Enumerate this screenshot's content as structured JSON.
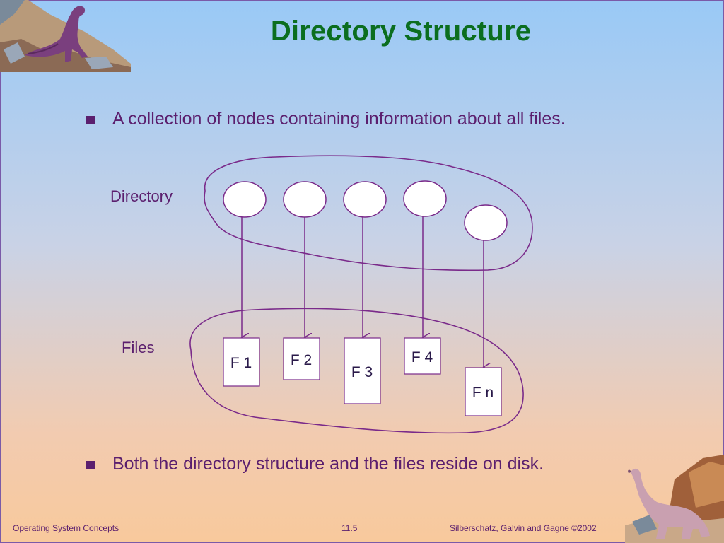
{
  "slide": {
    "title": "Directory Structure",
    "bullets": [
      "A collection of nodes containing information about all files.",
      "Both the directory structure and the files reside on disk."
    ]
  },
  "diagram": {
    "directory_label": "Directory",
    "files_label": "Files",
    "files": [
      "F 1",
      "F 2",
      "F 3",
      "F 4",
      "F n"
    ]
  },
  "footer": {
    "left": "Operating System Concepts",
    "center": "11.5",
    "right": "Silberschatz, Galvin and  Gagne ©2002"
  },
  "colors": {
    "title": "#0b6e1f",
    "text": "#5b1f6e",
    "outline": "#7a2a8a"
  },
  "icons": {
    "top_left": "dinosaur-trex-icon",
    "bottom_right": "dinosaur-brachiosaurus-icon"
  }
}
